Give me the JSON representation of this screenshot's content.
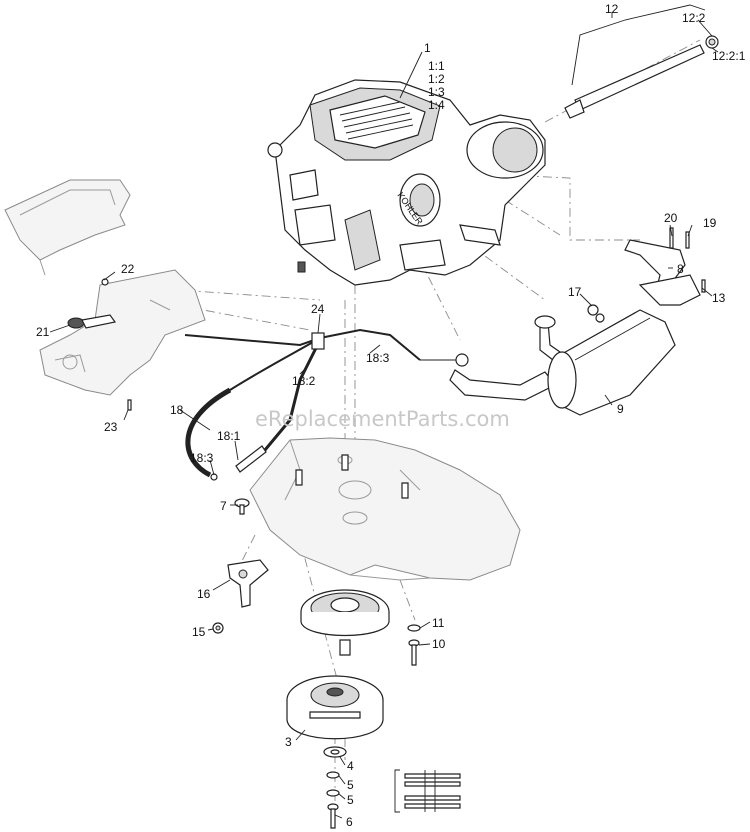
{
  "watermark": "eReplacementParts.com",
  "callouts": {
    "c1": "1",
    "c1_1": "1:1",
    "c1_2": "1:2",
    "c1_3": "1:3",
    "c1_4": "1:4",
    "c12": "12",
    "c12_2": "12:2",
    "c12_2_1": "12:2:1",
    "c20": "20",
    "c19": "19",
    "c8": "8",
    "c13": "13",
    "c17": "17",
    "c22": "22",
    "c21": "21",
    "c23": "23",
    "c24": "24",
    "c18_3a": "18:3",
    "c18_2": "18:2",
    "c18": "18",
    "c18_1": "18:1",
    "c18_3b": "18:3",
    "c9": "9",
    "c7": "7",
    "c16": "16",
    "c15": "15",
    "c11": "11",
    "c10": "10",
    "c3": "3",
    "c4": "4",
    "c5a": "5",
    "c5b": "5",
    "c6": "6"
  },
  "engine_brand": "KOHLER"
}
